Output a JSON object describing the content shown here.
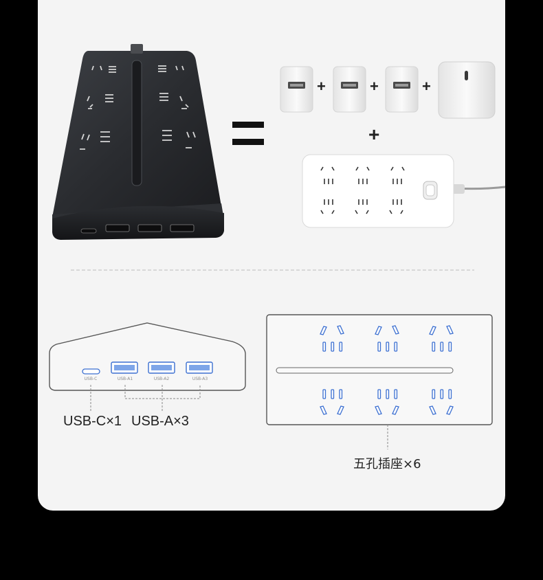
{
  "colors": {
    "background": "#000000",
    "card": "#f4f4f4",
    "accent_blue": "#3b6fd1",
    "port_fill": "#7ea5e8"
  },
  "product_icons": {
    "power_strip": "black-power-strip-icon",
    "usb_a_charger": "usb-a-charger-icon",
    "usb_c_charger": "usb-c-charger-icon",
    "white_strip": "white-power-strip-icon"
  },
  "equation": {
    "equals": "=",
    "plus": "+"
  },
  "ports": {
    "usb_c": "USB-C",
    "usb_a1": "USB-A1",
    "usb_a2": "USB-A2",
    "usb_a3": "USB-A3"
  },
  "callouts": {
    "usb_c_count": "USB-C×1",
    "usb_a_count": "USB-A×3",
    "outlet_count": "五孔插座×6"
  }
}
